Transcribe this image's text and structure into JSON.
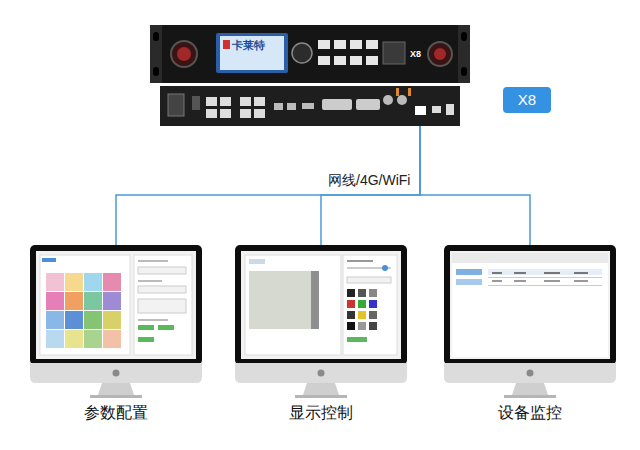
{
  "diagram": {
    "nodes": [
      {
        "text": [
          "卡莱特",
          "X8"
        ]
      },
      {
        "text": [
          "X8"
        ]
      },
      {
        "text": [
          "参数配置"
        ]
      },
      {
        "text": [
          "显示控制"
        ]
      },
      {
        "text": [
          "设备监控"
        ]
      }
    ],
    "edges": [
      {
        "from": 0,
        "to": 3,
        "arrow": "none",
        "label": "网线/4G/WiFi"
      },
      {
        "from": 0,
        "to": 2,
        "arrow": "none"
      },
      {
        "from": 0,
        "to": 4,
        "arrow": "none"
      }
    ]
  }
}
